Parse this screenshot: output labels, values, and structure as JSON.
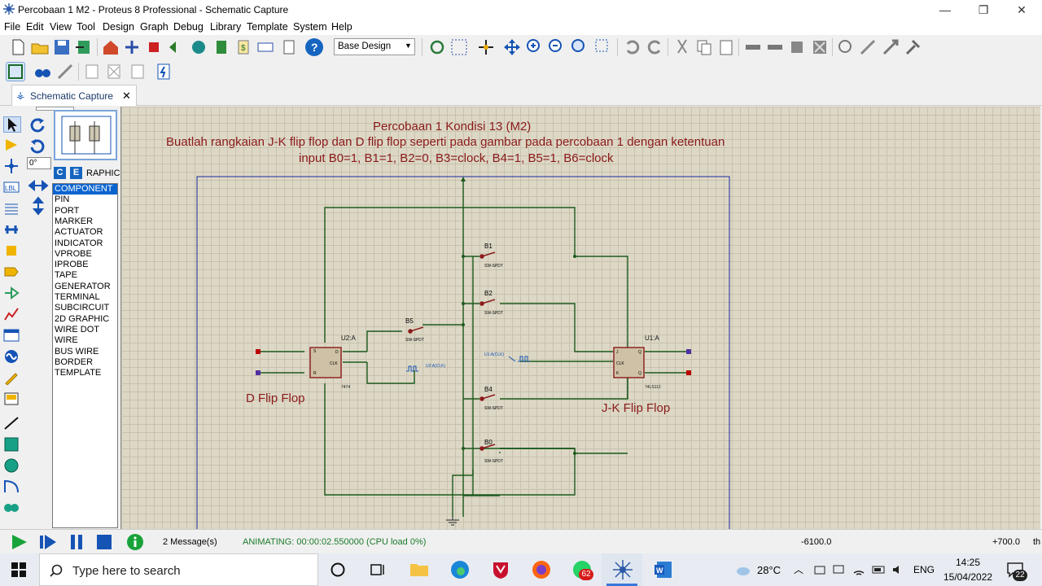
{
  "window": {
    "title": "Percobaan 1 M2 - Proteus 8 Professional - Schematic Capture",
    "min": "—",
    "max": "❐",
    "close": "✕"
  },
  "menu": [
    "File",
    "Edit",
    "View",
    "Tool",
    "Design",
    "Graph",
    "Debug",
    "Library",
    "Template",
    "System",
    "Help"
  ],
  "toolbar": {
    "design_select": "Base Design"
  },
  "tab": {
    "label": "Schematic Capture",
    "close": "✕"
  },
  "sidepanel": {
    "rotation": "0°",
    "mode_c": "C",
    "mode_e": "E",
    "mode_label": "RAPHIC",
    "items": [
      "COMPONENT",
      "PIN",
      "PORT",
      "MARKER",
      "ACTUATOR",
      "INDICATOR",
      "VPROBE",
      "IPROBE",
      "TAPE",
      "GENERATOR",
      "TERMINAL",
      "SUBCIRCUIT",
      "2D GRAPHIC",
      "WIRE DOT",
      "WIRE",
      "BUS WIRE",
      "BORDER",
      "TEMPLATE"
    ],
    "selected": "COMPONENT"
  },
  "schematic": {
    "title": "Percobaan 1 Kondisi 13 (M2)",
    "line1": "Buatlah rangkaian J-K flip flop dan D flip flop seperti pada gambar pada percobaan 1 dengan ketentuan",
    "line2": "input B0=1, B1=1, B2=0, B3=clock, B4=1, B5=1, B6=clock",
    "d_ff_label": "D Flip Flop",
    "jk_ff_label": "J-K Flip Flop",
    "u2_ref": "U2:A",
    "u2_part": "7474",
    "u1_ref": "U1:A",
    "u1_part": "74LS112",
    "switches": [
      {
        "ref": "B1",
        "part": "SW-SPDT"
      },
      {
        "ref": "B2",
        "part": "SW-SPDT"
      },
      {
        "ref": "B5",
        "part": "SW-SPDT"
      },
      {
        "ref": "B4",
        "part": "SW-SPDT"
      },
      {
        "ref": "B0",
        "part": "SW-SPDT"
      }
    ],
    "clk_u1": "U1:A(CLK)",
    "clk_u2": "U2:A(CLK)",
    "pins": {
      "d": "D",
      "clk": "CLK",
      "q": "Q",
      "qn": "Q",
      "s": "S",
      "r": "R",
      "j": "J",
      "k": "K"
    }
  },
  "status": {
    "messages": "2 Message(s)",
    "animating": "ANIMATING: 00:00:02.550000 (CPU load 0%)",
    "x": "-6100.0",
    "y": "+700.0",
    "unit": "th"
  },
  "taskbar": {
    "search_placeholder": "Type here to search",
    "weather": "28°C",
    "lang": "ENG",
    "time": "14:25",
    "date": "15/04/2022",
    "notif_count": "22",
    "whatsapp_badge": "62"
  }
}
